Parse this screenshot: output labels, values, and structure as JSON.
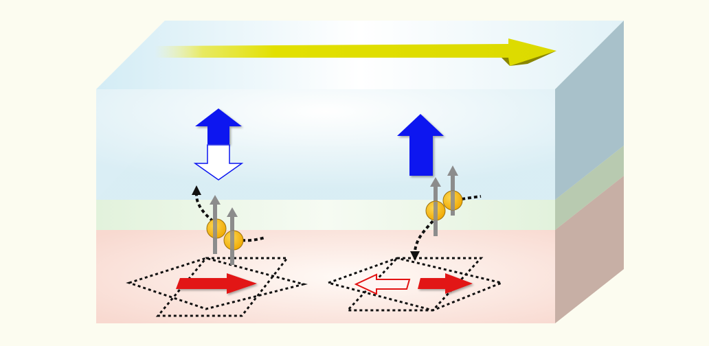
{
  "colors": {
    "background": "#fcfcf0",
    "top_layer_front": "#dff0f6",
    "top_layer_top": "#e6f5fa",
    "top_layer_side": "#a9c2cb",
    "middle_layer_front": "#e6f4e0",
    "middle_layer_side": "#b9cbb2",
    "bottom_layer_front": "#fbe1da",
    "bottom_layer_side": "#c8b0a6",
    "current_arrow": "#e2e000",
    "current_arrow_shade": "#8a8600",
    "spin_arrow_blue": "#0a14f0",
    "magnetization_red": "#e21212",
    "electron": "#f7b81a",
    "spin_rod": "#8c8c8c",
    "dotted": "#111111"
  },
  "layers": [
    "top-layer",
    "middle-layer",
    "bottom-layer"
  ],
  "icons": {
    "current": "yellow-right-arrow-icon",
    "spin_up": "blue-up-arrow-icon",
    "spin_down_outline": "blue-outline-down-arrow-icon",
    "electron": "electron-ball-icon",
    "spin": "spin-up-rod-icon",
    "magnetization": "red-right-arrow-icon",
    "magnetization_outline": "red-outline-left-arrow-icon"
  }
}
